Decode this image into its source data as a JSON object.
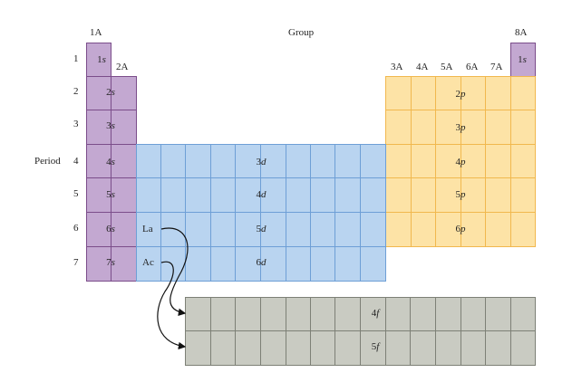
{
  "header": {
    "group_label": "Group",
    "period_label": "Period"
  },
  "groups": {
    "g1a": "1A",
    "g2a": "2A",
    "g3a": "3A",
    "g4a": "4A",
    "g5a": "5A",
    "g6a": "6A",
    "g7a": "7A",
    "g8a": "8A"
  },
  "periods": [
    "1",
    "2",
    "3",
    "4",
    "5",
    "6",
    "7"
  ],
  "blocks": {
    "s": [
      {
        "n": "1",
        "l": "s"
      },
      {
        "n": "2",
        "l": "s"
      },
      {
        "n": "3",
        "l": "s"
      },
      {
        "n": "4",
        "l": "s"
      },
      {
        "n": "5",
        "l": "s"
      },
      {
        "n": "6",
        "l": "s"
      },
      {
        "n": "7",
        "l": "s"
      }
    ],
    "s_helium": {
      "n": "1",
      "l": "s"
    },
    "p": [
      {
        "n": "2",
        "l": "p"
      },
      {
        "n": "3",
        "l": "p"
      },
      {
        "n": "4",
        "l": "p"
      },
      {
        "n": "5",
        "l": "p"
      },
      {
        "n": "6",
        "l": "p"
      }
    ],
    "d": [
      {
        "n": "3",
        "l": "d"
      },
      {
        "n": "4",
        "l": "d"
      },
      {
        "n": "5",
        "l": "d"
      },
      {
        "n": "6",
        "l": "d"
      }
    ],
    "f": [
      {
        "n": "4",
        "l": "f"
      },
      {
        "n": "5",
        "l": "f"
      }
    ]
  },
  "elements": {
    "la": "La",
    "ac": "Ac"
  },
  "colors": {
    "s": "#c3a8d1",
    "p": "#fde3a6",
    "d": "#b9d4f0",
    "f": "#c9cbc2"
  }
}
